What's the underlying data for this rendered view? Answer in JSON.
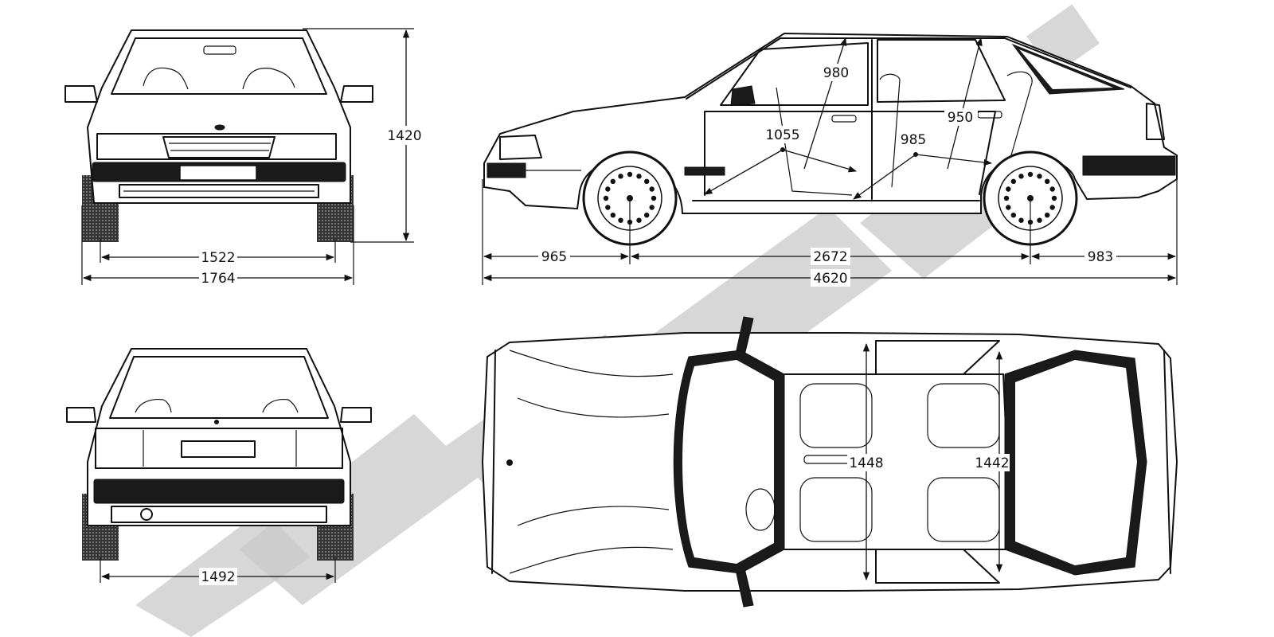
{
  "views": {
    "front": {
      "height_label": "1420",
      "track_label": "1522",
      "width_label": "1764"
    },
    "rear": {
      "track_label": "1492"
    },
    "side": {
      "front_overhang_label": "965",
      "wheelbase_label": "2672",
      "rear_overhang_label": "983",
      "length_label": "4620",
      "front_headroom_label": "980",
      "rear_headroom_label": "950",
      "front_legroom_label": "1055",
      "rear_legroom_label": "985"
    },
    "top": {
      "front_shoulder_label": "1448",
      "rear_shoulder_label": "1442"
    }
  },
  "colors": {
    "ink": "#111111",
    "watermark": "#c9c9c9",
    "paper": "#ffffff"
  }
}
